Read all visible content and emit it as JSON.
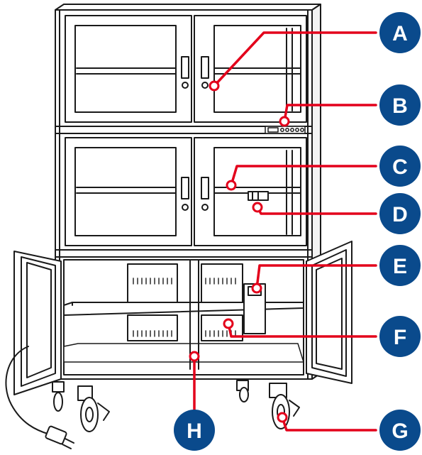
{
  "callouts": [
    {
      "letter": "A"
    },
    {
      "letter": "B"
    },
    {
      "letter": "C"
    },
    {
      "letter": "D"
    },
    {
      "letter": "E"
    },
    {
      "letter": "F"
    },
    {
      "letter": "G"
    },
    {
      "letter": "H"
    }
  ],
  "colors": {
    "badge_fill": "#0a4a8c",
    "leader_line": "#e3001b",
    "outline": "#1a1a1a",
    "background": "#ffffff"
  }
}
